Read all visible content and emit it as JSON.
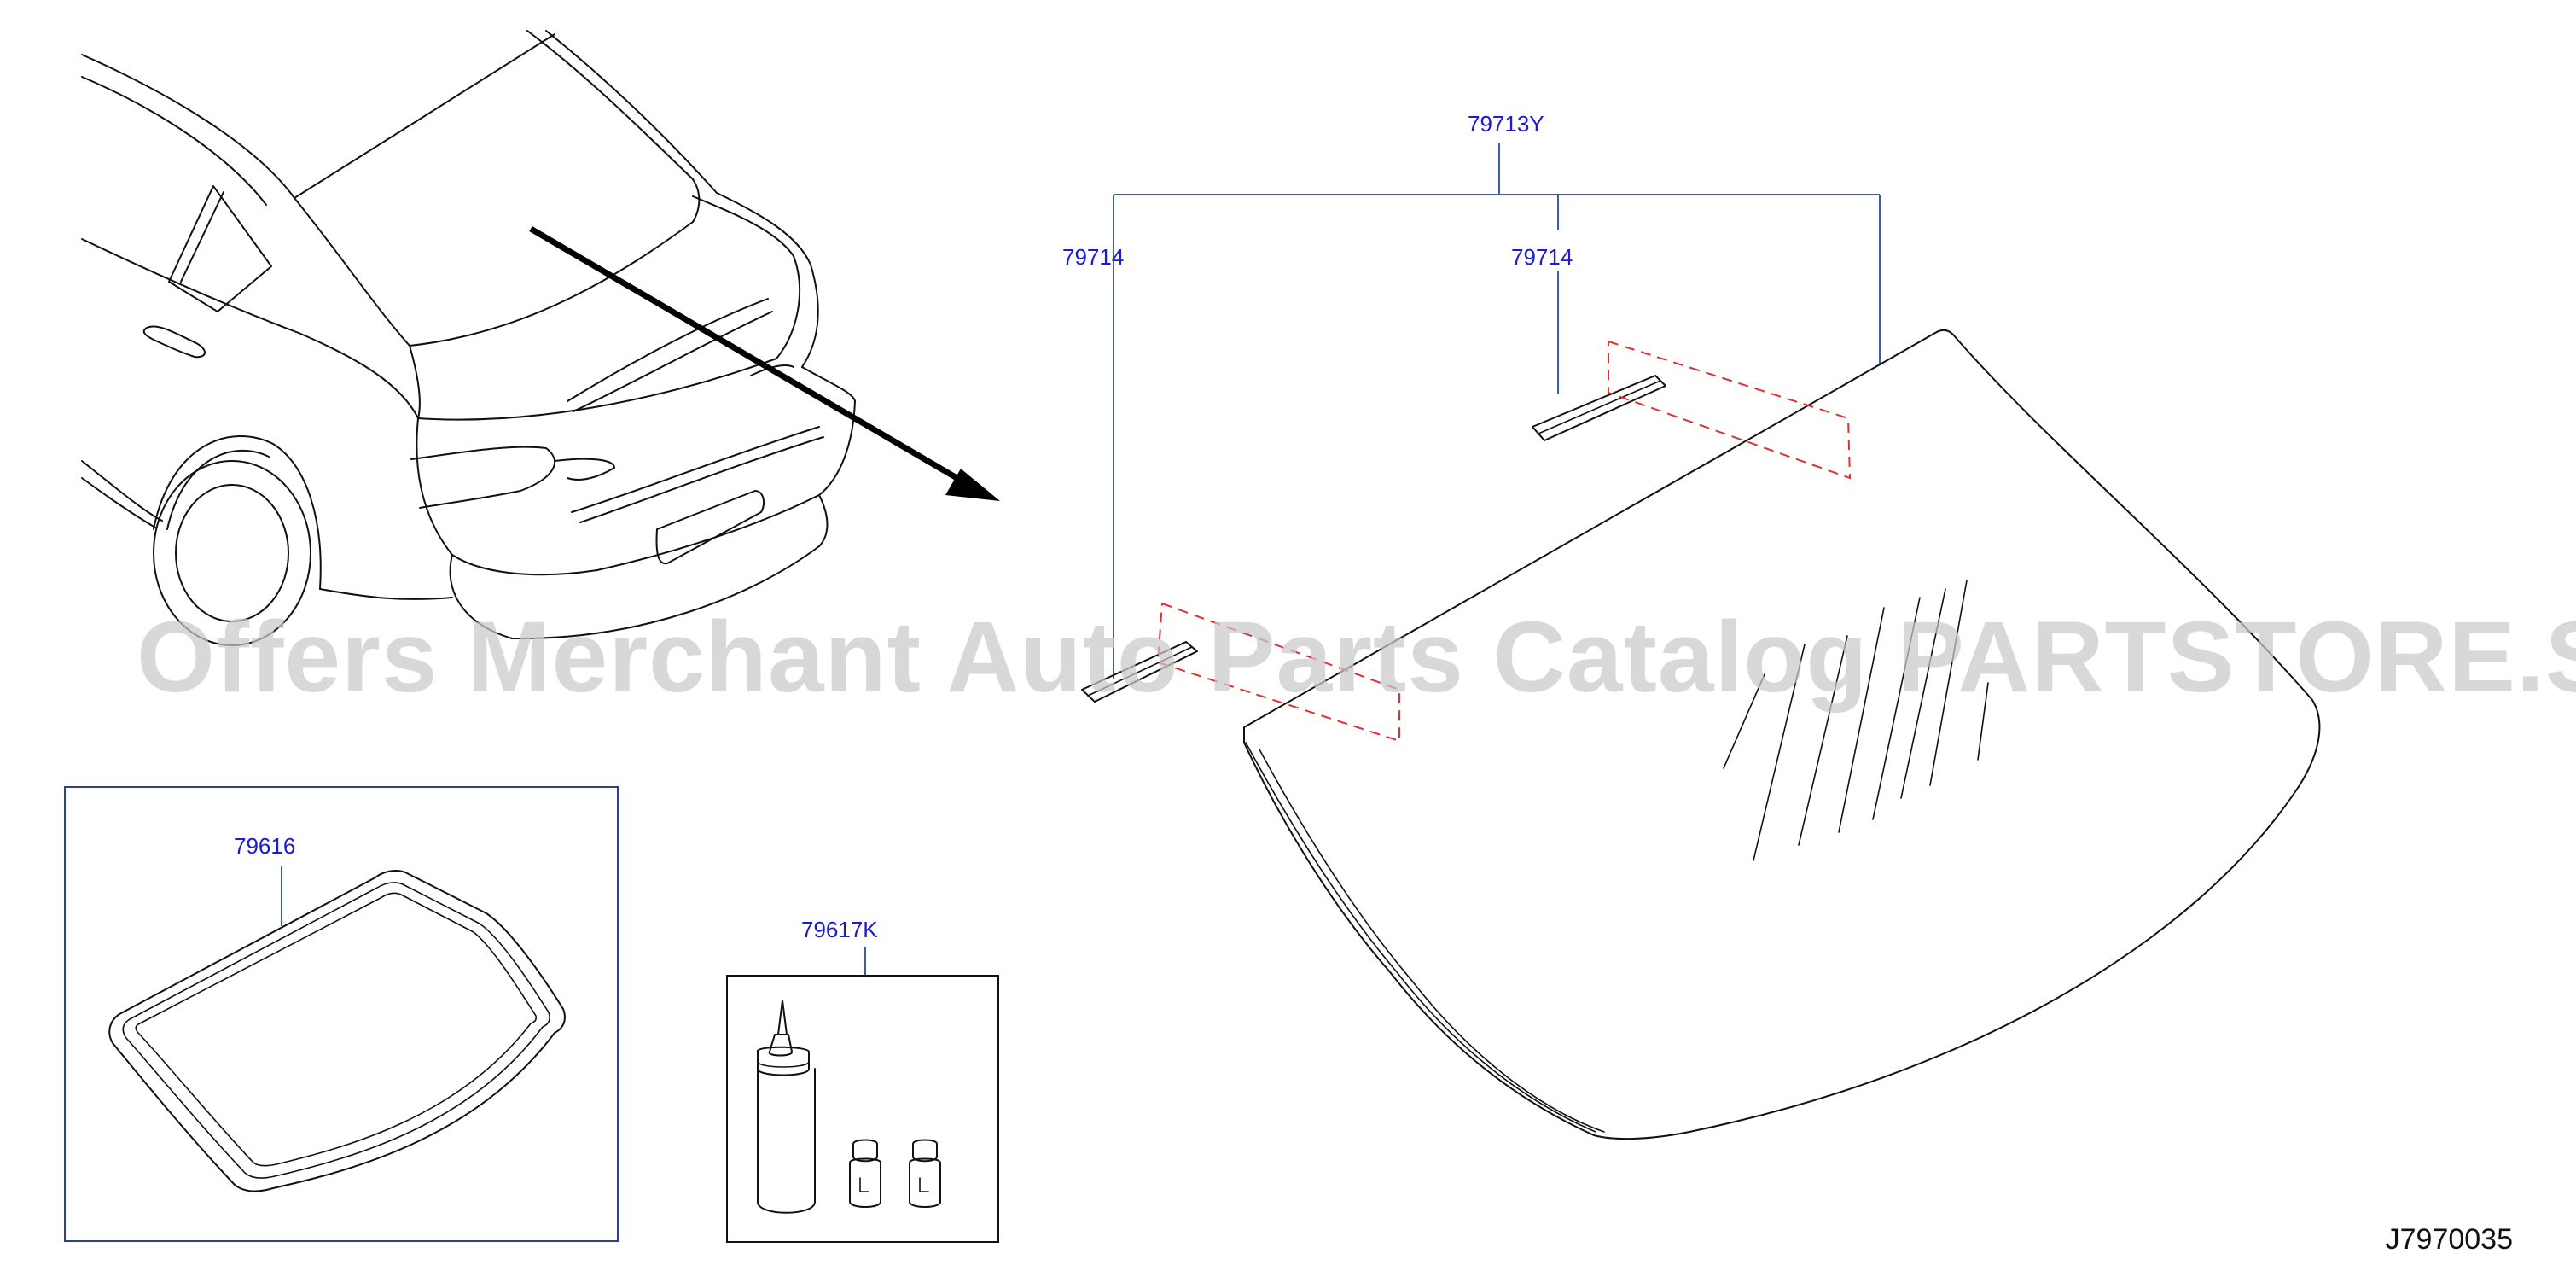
{
  "labels": {
    "assembly": "79713Y",
    "spacer_left": "79714",
    "spacer_right": "79714",
    "molding": "79616",
    "adhesive_kit": "79617K"
  },
  "diagram_code": "J7970035",
  "watermark": "Offers Merchant Auto Parts Catalog PARTSTORE.SA",
  "colors": {
    "label": "#1a1adb",
    "leader": "#3a5fa8",
    "dashed_guide": "#e03030",
    "frame": "#2b3f9c",
    "watermark": "#c9c9c9"
  }
}
